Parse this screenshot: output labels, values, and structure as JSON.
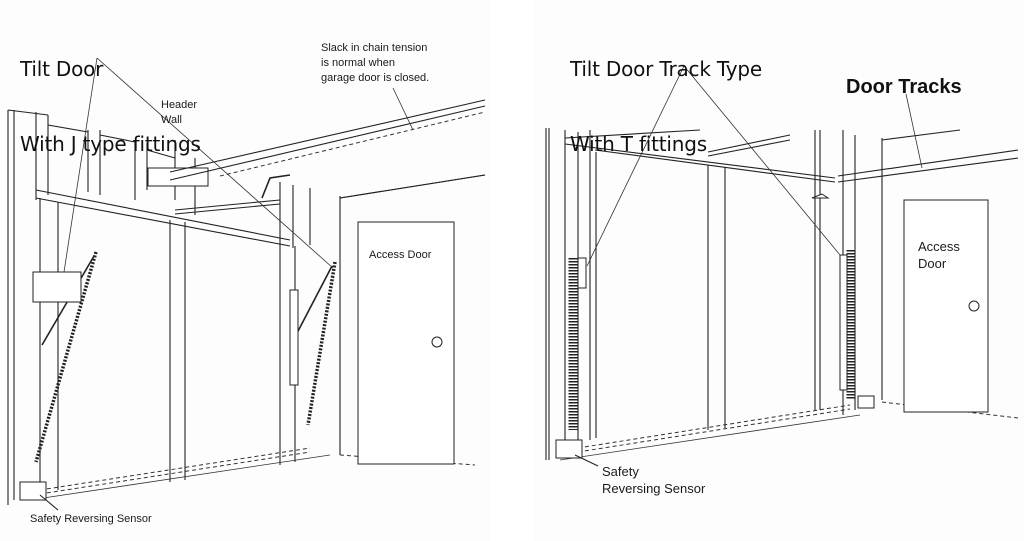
{
  "left_diagram": {
    "title_line1": "Tilt Door",
    "title_line2": "With J type fittings",
    "labels": {
      "header_wall": "Header\nWall",
      "slack_note": "Slack in chain tension\nis normal when\ngarage door is closed.",
      "access_door": "Access Door",
      "safety_sensor": "Safety Reversing Sensor"
    }
  },
  "right_diagram": {
    "title_line1": "Tilt Door Track Type",
    "title_line2": "With T fittings",
    "labels": {
      "door_tracks": "Door Tracks",
      "access_door": "Access\nDoor",
      "safety_sensor": "Safety\nReversing Sensor"
    }
  }
}
